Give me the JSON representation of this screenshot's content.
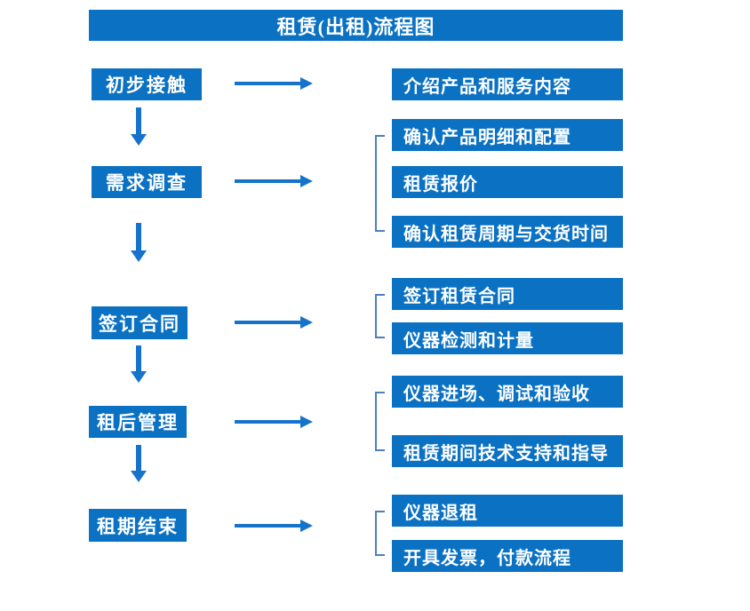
{
  "title": "租赁(出租)流程图",
  "colors": {
    "box_blue": "#0b71c3",
    "arrow_blue": "#1573cb",
    "bracket_blue": "#4b7fbb",
    "text_white": "#ffffff",
    "background": "#ffffff"
  },
  "steps": [
    {
      "label": "初步接触",
      "outputs": [
        "介绍产品和服务内容"
      ]
    },
    {
      "label": "需求调查",
      "outputs": [
        "确认产品明细和配置",
        "租赁报价",
        "确认租赁周期与交货时间"
      ]
    },
    {
      "label": "签订合同",
      "outputs": [
        "签订租赁合同",
        "仪器检测和计量"
      ]
    },
    {
      "label": "租后管理",
      "outputs": [
        "仪器进场、调试和验收",
        "租赁期间技术支持和指导"
      ]
    },
    {
      "label": "租期结束",
      "outputs": [
        "仪器退租",
        "开具发票，付款流程"
      ]
    }
  ]
}
